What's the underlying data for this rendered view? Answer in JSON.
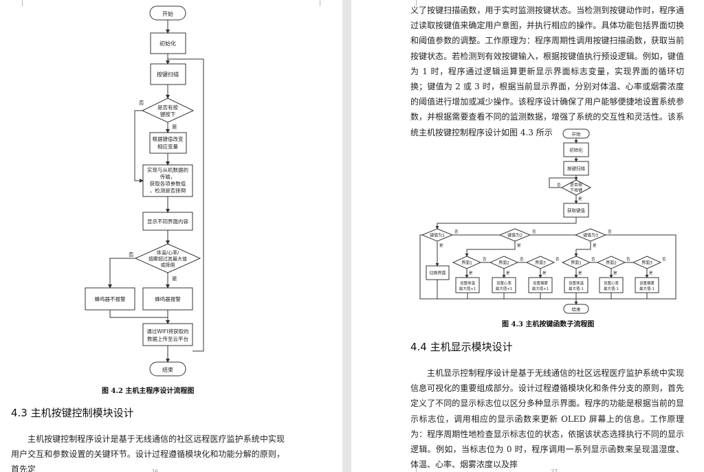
{
  "left_page": {
    "flowchart": {
      "start": "开始",
      "init": "初始化",
      "key_scan": "按键扫描",
      "dec_key": [
        "是否有按",
        "键按下"
      ],
      "no": "否",
      "yes": "是",
      "change_var": [
        "根据键值改变",
        "相应变量"
      ],
      "acquire": [
        "实现与从机数据的",
        "传输，",
        "获取各项参数值",
        "，检测是否摔倒"
      ],
      "display": "显示不同界面内容",
      "dec_alarm": [
        "体温/心率/",
        "烟雾超过其最大值",
        "或摔倒"
      ],
      "buzz_off": "蜂鸣器不报警",
      "buzz_on": "蜂鸣器报警",
      "upload": [
        "通过WIFI将获取的",
        "数据上传至云平台"
      ],
      "end": "结束"
    },
    "caption": "图 4.2 主机主程序设计流程图",
    "section": "4.3 主机按键控制模块设计",
    "paragraph": "主机按键控制程序设计是基于无线通信的社区远程医疗监护系统中实现用户交互和参数设置的关键环节。设计过程遵循模块化和功能分解的原则，首先定",
    "page_number": "26"
  },
  "right_page": {
    "paragraph1": "义了按键扫描函数，用于实时监测按键状态。当检测到按键动作时，程序通过读取按键值来确定用户意图，并执行相应的操作。具体功能包括界面切换和阈值参数的调整。工作原理为：程序周期性调用按键扫描函数，获取当前按键状态。若检测到有效按键输入，根据按键值执行预设逻辑。例如，键值为 1 时，程序通过逻辑运算更新显示界面标志变量，实现界面的循环切换；键值为 2 或 3 时，根据当前显示界面，分别对体温、心率或烟雾浓度的阈值进行增加或减少操作。该程序设计确保了用户能够便捷地设置系统参数，并根据需要查看不同的监测数据，增强了系统的交互性和灵活性。该系统主机按键控制程序设计如图 4.3 所示",
    "flowchart": {
      "start": "开始",
      "init": "初始化",
      "key_scan": "按键扫描",
      "dec_key": [
        "是否按",
        "下按键"
      ],
      "get_key": "获取键值",
      "kv1": "键值为1",
      "kv2": "键值为2",
      "kv3": "键值为3",
      "switch": "切换界面",
      "if1": "界面1",
      "if2": "界面2",
      "if3": "界面3",
      "set_temp": [
        "设置体温",
        "最大值+1"
      ],
      "set_hr_inc": [
        "设置心率",
        "最大值+1"
      ],
      "set_smoke_inc": [
        "设置烟雾",
        "最大值+1"
      ],
      "set_temp_dec": [
        "设置体温",
        "最大值-1"
      ],
      "set_hr_dec": [
        "设置心率",
        "最大值-1"
      ],
      "set_smoke_dec": [
        "设置烟雾",
        "最大值-1"
      ],
      "end": "结束",
      "yes": "是",
      "no": "否"
    },
    "caption": "图 4.3 主机按键函数子流程图",
    "section": "4.4 主机显示模块设计",
    "paragraph2": "主机显示控制程序设计是基于无线通信的社区远程医疗监护系统中实现信息可视化的重要组成部分。设计过程遵循模块化和条件分支的原则，首先定义了不同的显示标志位以区分多种显示界面。程序的功能是根据当前的显示标志位，调用相应的显示函数来更新 OLED 屏幕上的信息。工作原理为：程序周期性地检查显示标志位的状态，依据该状态选择执行不同的显示逻辑。例如，当标志位为 0 时，程序调用一系列显示函数来呈现温湿度、体温、心率、烟雾浓度以及摔",
    "page_number": "27"
  }
}
